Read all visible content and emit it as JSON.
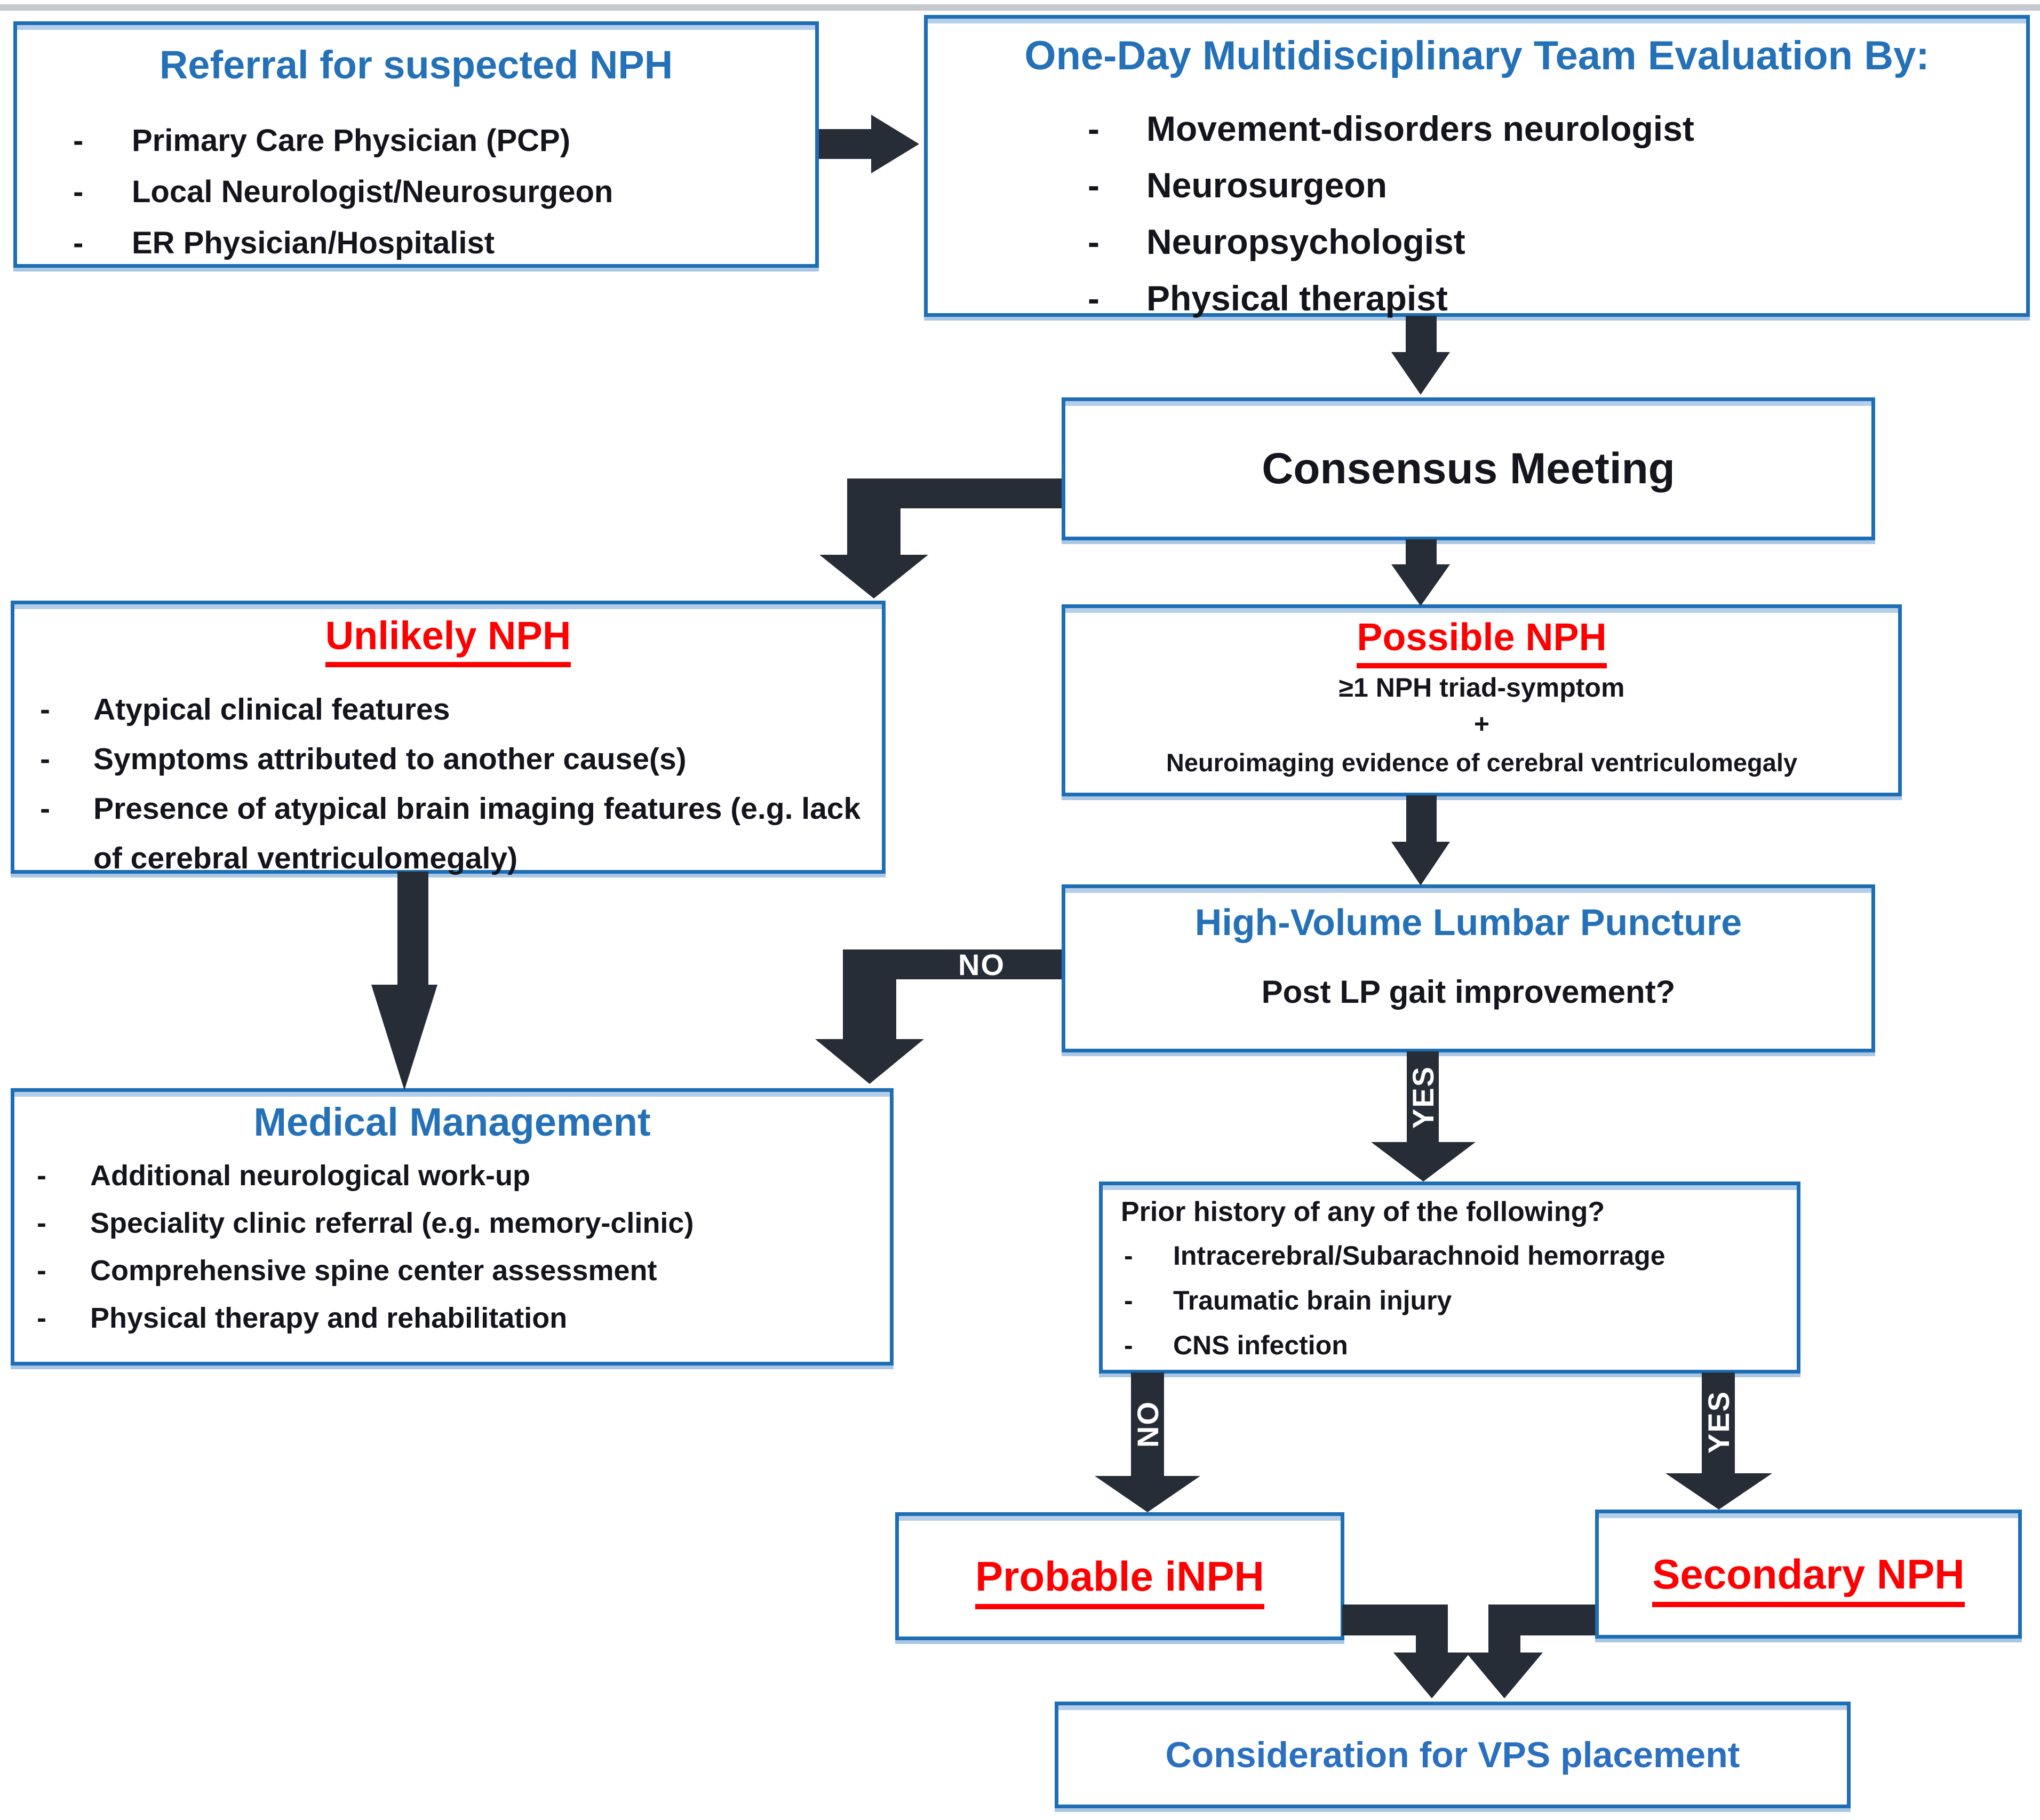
{
  "colors": {
    "box_border_blue": "#1e6eb5",
    "box_accent_light_blue": "#b6cfe9",
    "title_blue": "#2471b8",
    "text_dark": "#15151e",
    "title_red": "#ff0000",
    "arrow_dark": "#272d37",
    "flow_label_text": "#ffffff",
    "top_rule_gray": "#c6cacf"
  },
  "bullet": "-",
  "boxes": {
    "referral": {
      "title": "Referral for suspected NPH",
      "items": [
        "Primary Care Physician (PCP)",
        "Local Neurologist/Neurosurgeon",
        "ER Physician/Hospitalist"
      ]
    },
    "team": {
      "title": "One-Day Multidisciplinary Team Evaluation By:",
      "items": [
        "Movement-disorders neurologist",
        "Neurosurgeon",
        "Neuropsychologist",
        "Physical therapist"
      ]
    },
    "consensus": {
      "title": "Consensus Meeting"
    },
    "unlikely": {
      "title": "Unlikely NPH",
      "items": [
        "Atypical clinical features",
        "Symptoms attributed to another cause(s)",
        "Presence of atypical brain imaging features (e.g. lack of cerebral ventriculomegaly)"
      ]
    },
    "possible": {
      "title": "Possible NPH",
      "criteria": [
        "≥1 NPH triad-symptom",
        "+",
        "Neuroimaging evidence of cerebral ventriculomegaly"
      ]
    },
    "hvlp": {
      "title": "High-Volume Lumbar Puncture",
      "question": "Post LP gait improvement?"
    },
    "medical": {
      "title": "Medical Management",
      "items": [
        "Additional neurological work-up",
        "Speciality clinic referral (e.g. memory-clinic)",
        "Comprehensive spine center assessment",
        "Physical therapy and rehabilitation"
      ]
    },
    "prior": {
      "title": "Prior history of any of the following?",
      "items": [
        "Intracerebral/Subarachnoid hemorrage",
        "Traumatic brain injury",
        "CNS infection"
      ]
    },
    "probable": {
      "title": "Probable iNPH"
    },
    "secondary": {
      "title": "Secondary NPH"
    },
    "vps": {
      "title": "Consideration for VPS placement"
    }
  },
  "labels": {
    "lp_no": "NO",
    "lp_yes": "YES",
    "prior_no": "NO",
    "prior_yes": "YES"
  }
}
